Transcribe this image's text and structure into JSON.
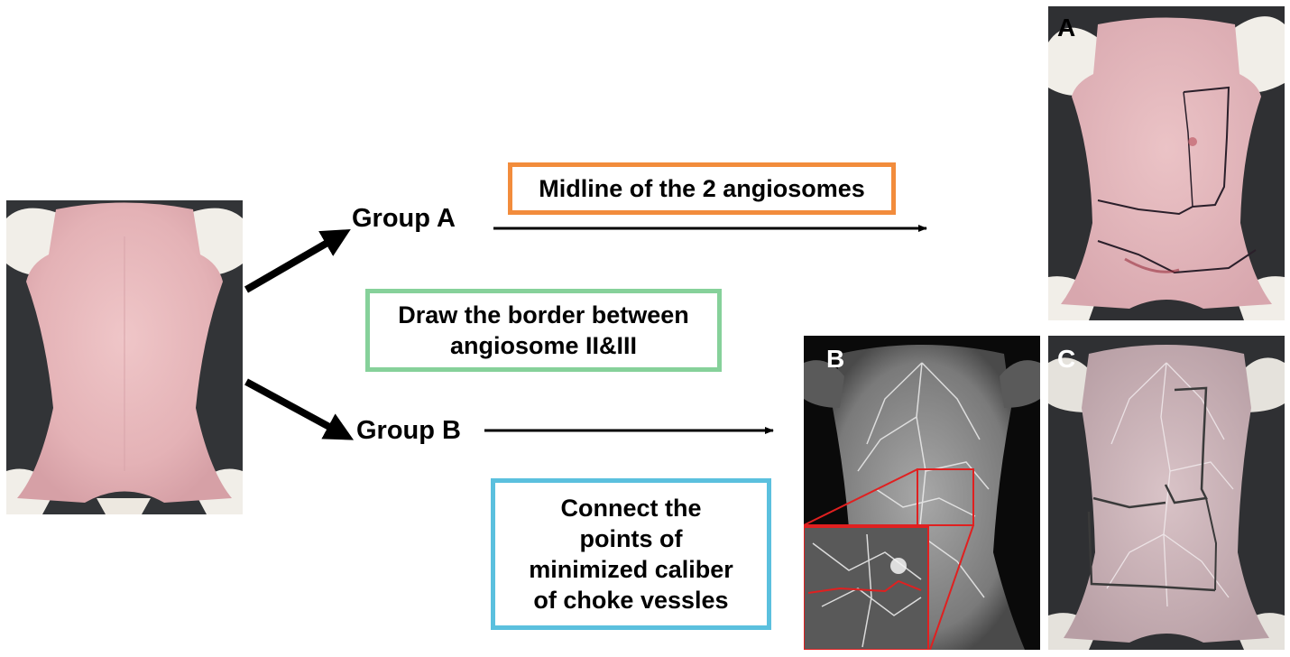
{
  "groups": {
    "a": {
      "label": "Group A"
    },
    "b": {
      "label": "Group B"
    }
  },
  "boxes": {
    "midline": {
      "text": "Midline of the 2 angiosomes",
      "border_color": "#F28C3C"
    },
    "border": {
      "text": "Draw the border between\nangiosome II&III",
      "border_color": "#86D19A"
    },
    "connect": {
      "text": "Connect the\npoints of\nminimized caliber\nof choke vessles",
      "border_color": "#5BC0DE"
    }
  },
  "panels": {
    "a": {
      "letter": "A"
    },
    "b": {
      "letter": "B"
    },
    "c": {
      "letter": "C"
    }
  },
  "colors": {
    "skin": "#E9BCBF",
    "background_dark": "#2F3033",
    "fur": "#F4F1EC",
    "suture": "#2A1F2A",
    "inset_red": "#E02020"
  }
}
